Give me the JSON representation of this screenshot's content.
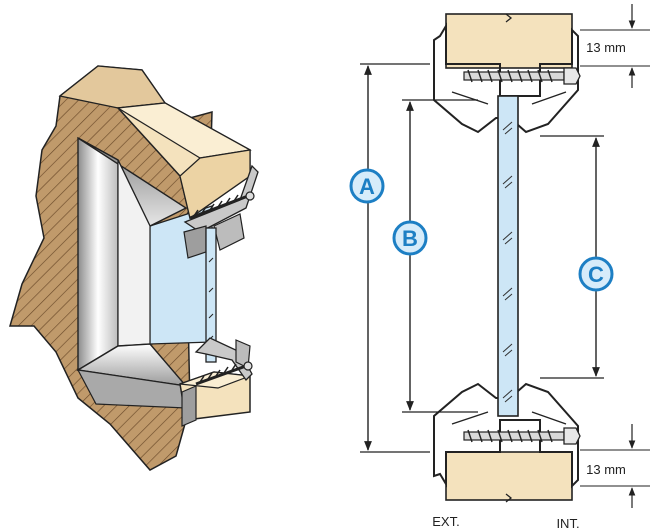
{
  "labels": {
    "a": "A",
    "b": "B",
    "c": "C",
    "dim_top": "13 mm",
    "dim_bottom": "13 mm",
    "ext": "EXT.",
    "int": "INT."
  },
  "colors": {
    "wood": "#f4e2bd",
    "glass": "#cde6f6",
    "badge_fill": "#d7ecfa",
    "badge_stroke": "#1d7fc4",
    "metal": "#c9c9c9",
    "wall": "#c09a6b",
    "frame_light": "#ffffff",
    "frame_shade": "#9e9e9e"
  },
  "icons": [
    "wood-screw-icon",
    "glass-pane-icon"
  ]
}
